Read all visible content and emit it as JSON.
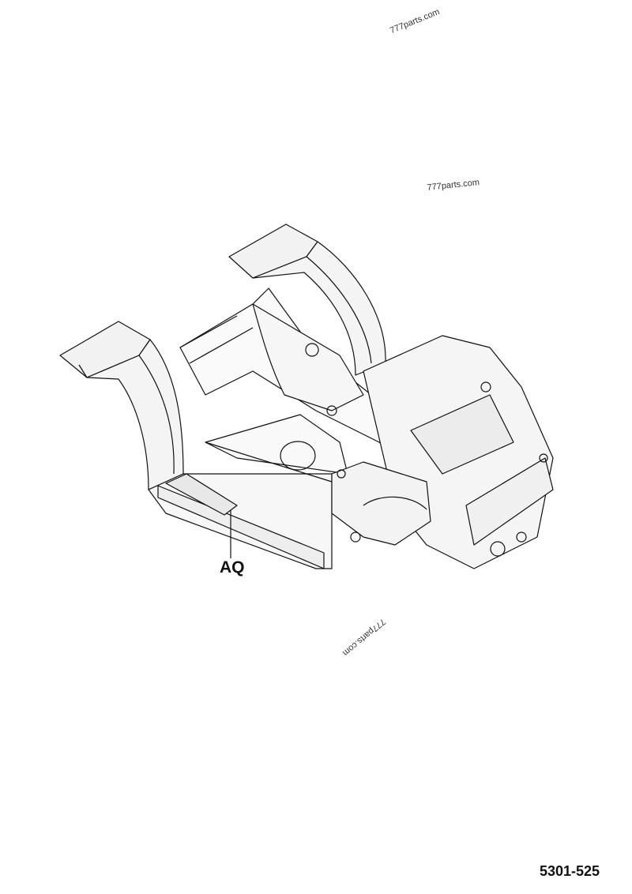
{
  "watermarks": [
    "777parts.com",
    "777parts.com",
    "777parts.com"
  ],
  "callout_label": "AQ",
  "reference_number": "5301-525"
}
